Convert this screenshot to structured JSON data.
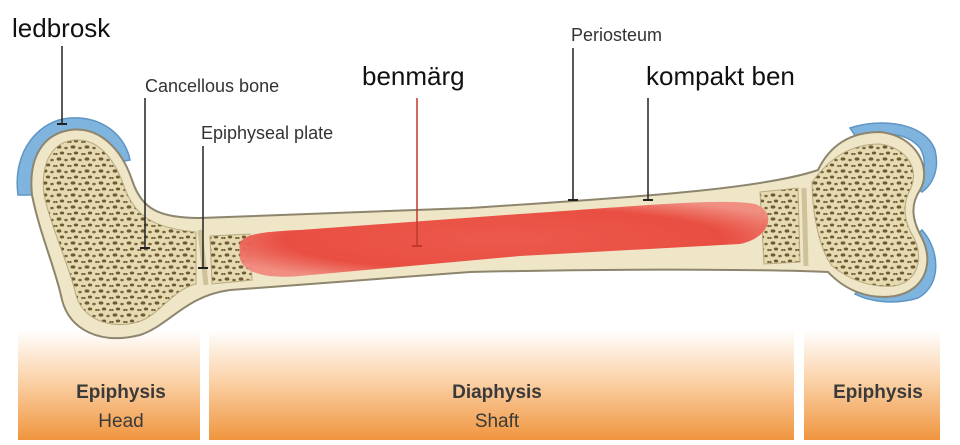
{
  "labels": {
    "cartilage": "ledbrosk",
    "cancellous_bone": "Cancellous bone",
    "epiphyseal_plate": "Epiphyseal plate",
    "marrow": "benmärg",
    "periosteum": "Periosteum",
    "compact_bone": "kompakt ben"
  },
  "regions": {
    "left": {
      "title": "Epiphysis",
      "subtitle": "Head"
    },
    "middle": {
      "title": "Diaphysis",
      "subtitle": "Shaft"
    },
    "right": {
      "title": "Epiphysis"
    }
  },
  "colors": {
    "bone": "#efe6c8",
    "spongy": "#e3d6a8",
    "bone_outline": "#8d856d",
    "cartilage": "#7fb4df",
    "marrow": "#e8473b",
    "leader_tick": "#c0392b",
    "band_top": "#ffffff",
    "band_bottom": "#f0953e"
  }
}
